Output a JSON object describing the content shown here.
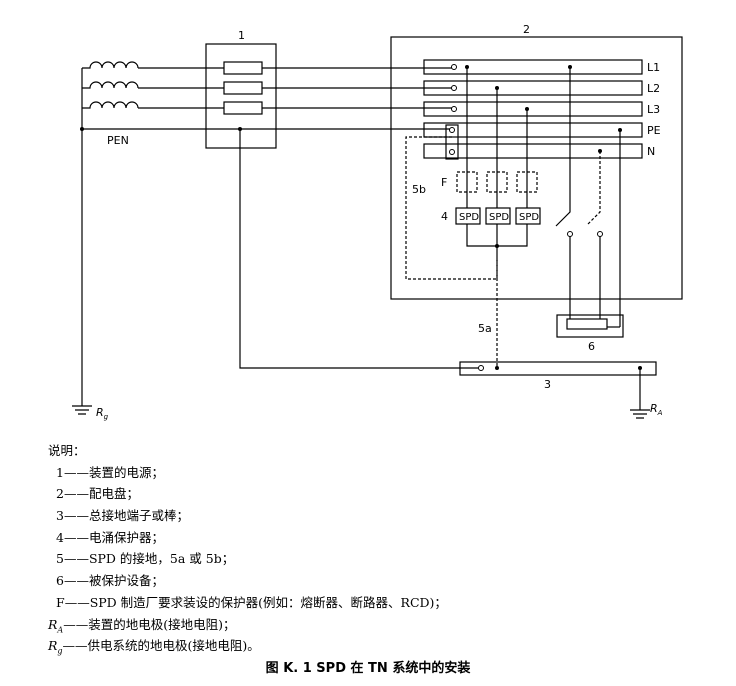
{
  "diagram": {
    "block_labels": {
      "source": "1",
      "board": "2",
      "terminal": "3",
      "spd": "4",
      "equipment": "6"
    },
    "bus_labels": [
      "L1",
      "L2",
      "L3",
      "PE",
      "N"
    ],
    "pen_label": "PEN",
    "fuse_label": "F",
    "spd_box_label": "SPD",
    "ground_5a": "5a",
    "ground_5b": "5b",
    "rg_main": "R",
    "rg_sub": "g",
    "ra_main": "R",
    "ra_sub": "A"
  },
  "legend": {
    "title": "说明：",
    "items": [
      {
        "key": "1",
        "text": "——装置的电源；"
      },
      {
        "key": "2",
        "text": "——配电盘；"
      },
      {
        "key": "3",
        "text": "——总接地端子或棒；"
      },
      {
        "key": "4",
        "text": "——电涌保护器；"
      },
      {
        "key": "5",
        "text": "——SPD 的接地，5a 或 5b；"
      },
      {
        "key": "6",
        "text": "——被保护设备；"
      },
      {
        "key": "F",
        "text": "——SPD 制造厂要求装设的保护器(例如：熔断器、断路器、RCD)；"
      }
    ],
    "ra": {
      "main": "R",
      "sub": "A",
      "text": "——装置的地电极(接地电阻)；"
    },
    "rg": {
      "main": "R",
      "sub": "g",
      "text": "——供电系统的地电极(接地电阻)。"
    }
  },
  "caption": "图 K. 1   SPD 在 TN 系统中的安装"
}
